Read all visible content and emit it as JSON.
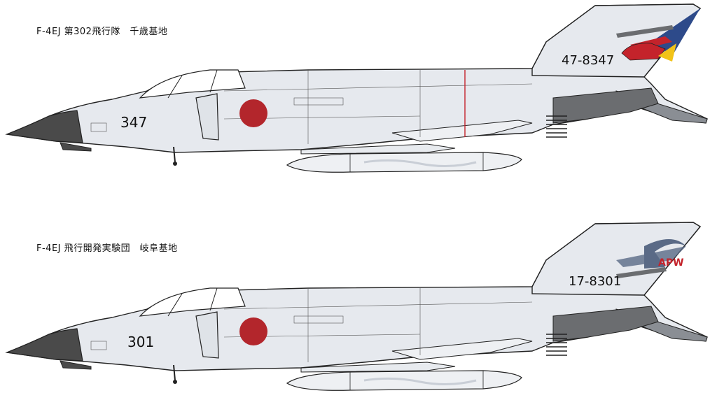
{
  "profiles": [
    {
      "caption": "F-4EJ 第302飛行隊　千歳基地",
      "tail_number": "47-8347",
      "nose_number": "347",
      "tail_art": "eagle",
      "colors": {
        "camo": "#e6e9ee",
        "radome": "#4a4a4a",
        "hinomaru": "#b3262c",
        "tail_blue": "#2d4a8a",
        "tail_red": "#c4232b",
        "tail_yellow": "#f2c318",
        "walkway": "#6b6d70"
      }
    },
    {
      "caption": "F-4EJ 飛行開発実験団　岐阜基地",
      "tail_number": "17-8301",
      "nose_number": "301",
      "tail_art": "apw",
      "tail_letters": "APW",
      "colors": {
        "camo": "#e6e9ee",
        "radome": "#4a4a4a",
        "hinomaru": "#b3262c",
        "tail_blue": "#5a6a86",
        "tail_red": "#c4232b",
        "walkway": "#6b6d70"
      }
    }
  ]
}
